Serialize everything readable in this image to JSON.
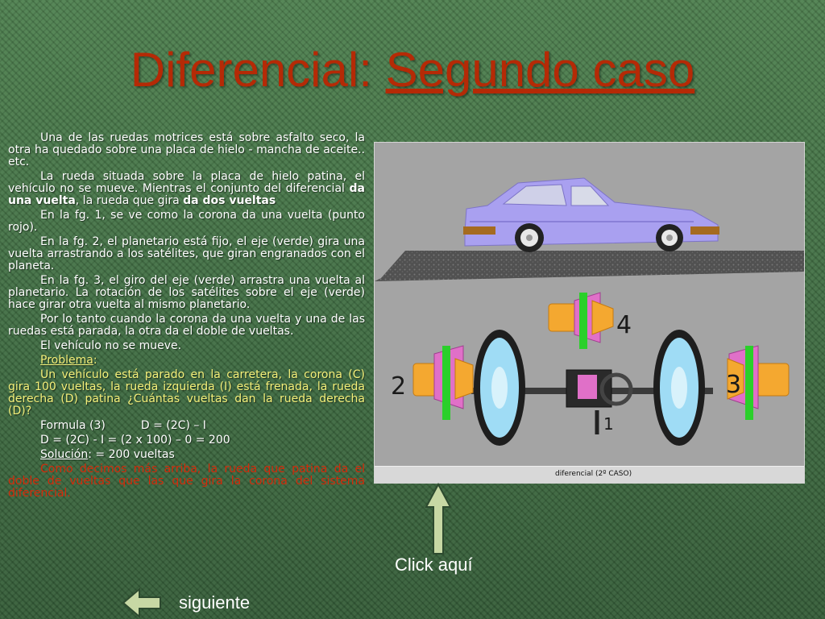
{
  "title": {
    "prefix": "Diferencial: ",
    "underlined": "Segundo caso"
  },
  "body": {
    "p1": "Una de las ruedas motrices está sobre asfalto seco, la otra ha quedado sobre una placa de hielo - mancha de aceite.. etc.",
    "p2_a": "La rueda situada sobre la placa de hielo patina, el vehículo no se mueve. Mientras el conjunto del diferencial ",
    "p2_b": "da una vuelta",
    "p2_c": ", la rueda que gira ",
    "p2_d": "da dos vueltas",
    "p3": "En la fg. 1, se ve como la corona da una vuelta (punto rojo).",
    "p4": "En la fg. 2, el planetario está fijo, el eje (verde) gira una vuelta arrastrando a los satélites, que giran  engranados con   el planeta.",
    "p5": "En la fg. 3, el giro del eje (verde) arrastra una vuelta al planetario. La rotación de los satélites sobre el eje (verde) hace girar otra vuelta al mismo planetario.",
    "p6": "Por lo tanto cuando la corona da una vuelta y una de las ruedas está parada, la otra da el doble de vueltas.",
    "p7": "El vehículo no se mueve.",
    "problema_label": "Problema",
    "problema_colon": ":",
    "p8": "Un vehículo está parado en la carretera, la corona (C) gira 100 vueltas,  la rueda izquierda (I) está frenada, la rueda derecha (D) patina ¿Cuántas vueltas dan la rueda derecha (D)?",
    "formula_label": "Formula (3)",
    "formula_expr": "D = (2C) – I",
    "calc": "D = (2C) - I = (2 x 100) – 0 = 200",
    "solucion_label": "Solución",
    "solucion_value": ": =  200 vueltas",
    "conclusion": "Como decimos más arriba, la rueda que patina da el doble de vueltas que las que gira la corona del sistema diferencial."
  },
  "figure": {
    "caption": "diferencial (2º CASO)",
    "labels": {
      "n2": "2",
      "n3": "3",
      "n4": "4",
      "n1": "1"
    }
  },
  "nav": {
    "click_here": "Click aquí",
    "next": "siguiente"
  },
  "colors": {
    "title": "#b52a06",
    "car": "#a9a0f0",
    "gear_orange": "#f4a830",
    "gear_pink": "#e070c8",
    "shaft_green": "#2ad02a",
    "wheel_blue": "#9fdcf5",
    "arrow_fill": "#c7d8a4"
  }
}
